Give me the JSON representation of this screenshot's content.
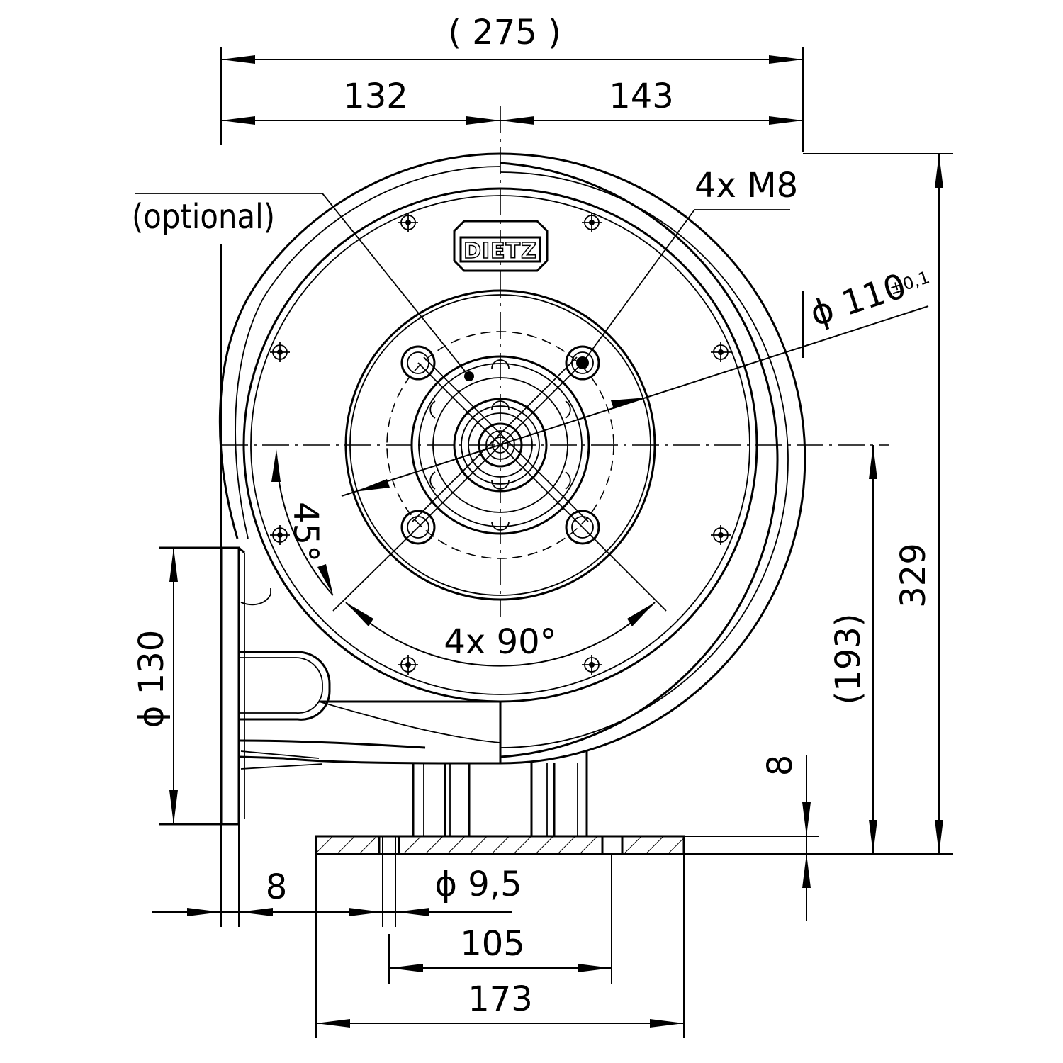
{
  "drawing": {
    "labels": {
      "overall_width": "( 275 )",
      "left_width": "132",
      "right_width": "143",
      "mount_screws": "4x  M8",
      "optional_note": "(optional)",
      "logo": "DIETZ",
      "bolt_circle": "ϕ 110",
      "bolt_circle_tol": "±0,1",
      "angle_45": "45°",
      "angle_90": "4x 90°",
      "outlet_dia": "ϕ 130",
      "center_height": "(193)",
      "total_height": "329",
      "base_thickness": "8",
      "flange_thickness": "8",
      "hole_dia": "ϕ 9,5",
      "hole_spacing": "105",
      "base_width": "173"
    }
  }
}
